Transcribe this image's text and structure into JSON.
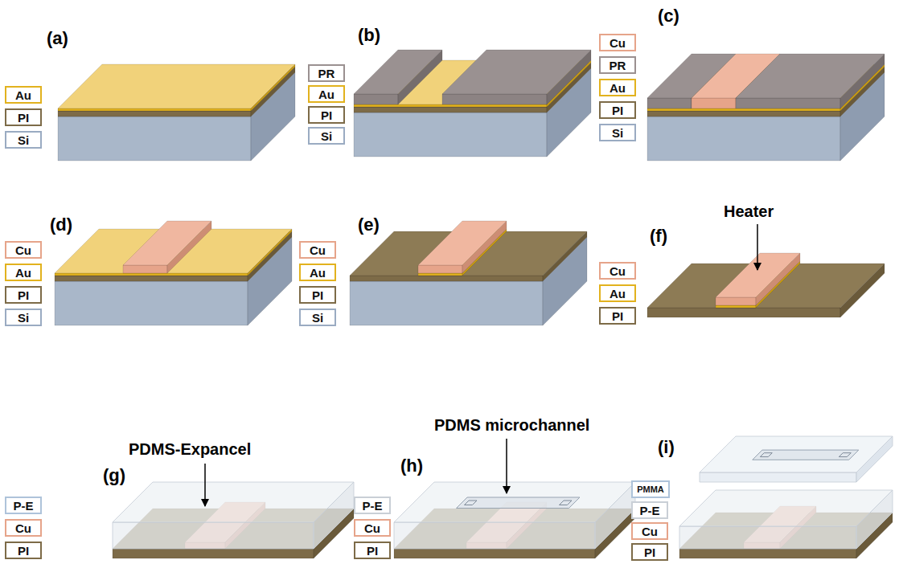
{
  "diagram": {
    "nodes": [
      {
        "text": [
          "Au"
        ]
      },
      {
        "text": [
          "PI"
        ]
      },
      {
        "text": [
          "Si"
        ]
      },
      {
        "text": [
          "PR"
        ]
      },
      {
        "text": [
          "Au"
        ]
      },
      {
        "text": [
          "PI"
        ]
      },
      {
        "text": [
          "Si"
        ]
      },
      {
        "text": [
          "Cu"
        ]
      },
      {
        "text": [
          "PR"
        ]
      },
      {
        "text": [
          "Au"
        ]
      },
      {
        "text": [
          "PI"
        ]
      },
      {
        "text": [
          "Si"
        ]
      },
      {
        "text": [
          "Cu"
        ]
      },
      {
        "text": [
          "Au"
        ]
      },
      {
        "text": [
          "PI"
        ]
      },
      {
        "text": [
          "Si"
        ]
      },
      {
        "text": [
          "Cu"
        ]
      },
      {
        "text": [
          "Au"
        ]
      },
      {
        "text": [
          "PI"
        ]
      },
      {
        "text": [
          "Si"
        ]
      },
      {
        "text": [
          "Cu"
        ]
      },
      {
        "text": [
          "Au"
        ]
      },
      {
        "text": [
          "PI"
        ]
      },
      {
        "text": [
          "P-E"
        ]
      },
      {
        "text": [
          "Cu"
        ]
      },
      {
        "text": [
          "PI"
        ]
      },
      {
        "text": [
          "P-E"
        ]
      },
      {
        "text": [
          "Cu"
        ]
      },
      {
        "text": [
          "PI"
        ]
      },
      {
        "text": [
          "PMMA"
        ]
      },
      {
        "text": [
          "P-E"
        ]
      },
      {
        "text": [
          "Cu"
        ]
      },
      {
        "text": [
          "PI"
        ]
      }
    ],
    "labels": [
      "(a)",
      "(b)",
      "(c)",
      "Heater",
      "(d)",
      "(e)",
      "(f)",
      "PDMS-Expancel",
      "PDMS microchannel",
      "(g)",
      "(h)",
      "(i)"
    ]
  }
}
